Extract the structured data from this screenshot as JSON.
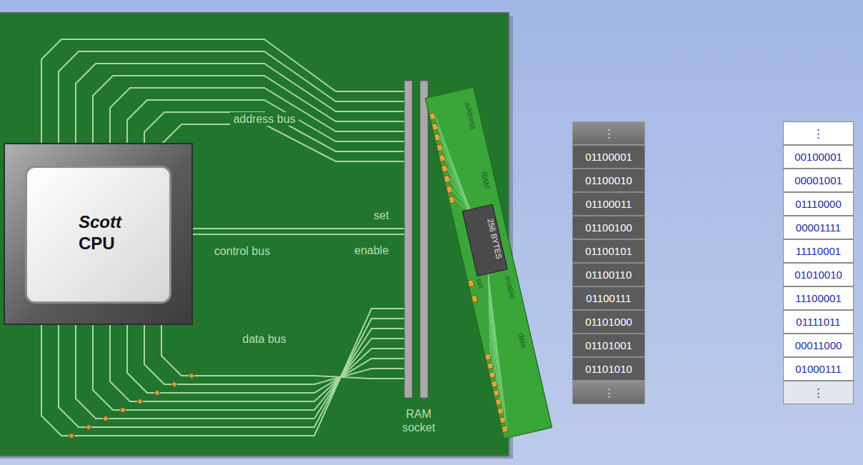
{
  "diagram": {
    "nodes": [
      {
        "text": [
          "Scott",
          "CPU"
        ]
      },
      {
        "text": [
          "address",
          "RAM",
          "set",
          "enable",
          "data"
        ]
      },
      {
        "text": [
          "256 BYTES"
        ],
        "in": 1
      }
    ],
    "labels": [
      "address bus",
      "set",
      "control bus",
      "enable",
      "data bus",
      "RAM socket",
      "⋮",
      "01100001",
      "01100010",
      "01100011",
      "01100100",
      "01100101",
      "01100110",
      "01100111",
      "01101000",
      "01101001",
      "01101010",
      "⋮",
      "⋮",
      "00100001",
      "00001001",
      "01110000",
      "00001111",
      "11110001",
      "01010010",
      "11100001",
      "01111011",
      "00011000",
      "01000111",
      "⋮"
    ]
  }
}
